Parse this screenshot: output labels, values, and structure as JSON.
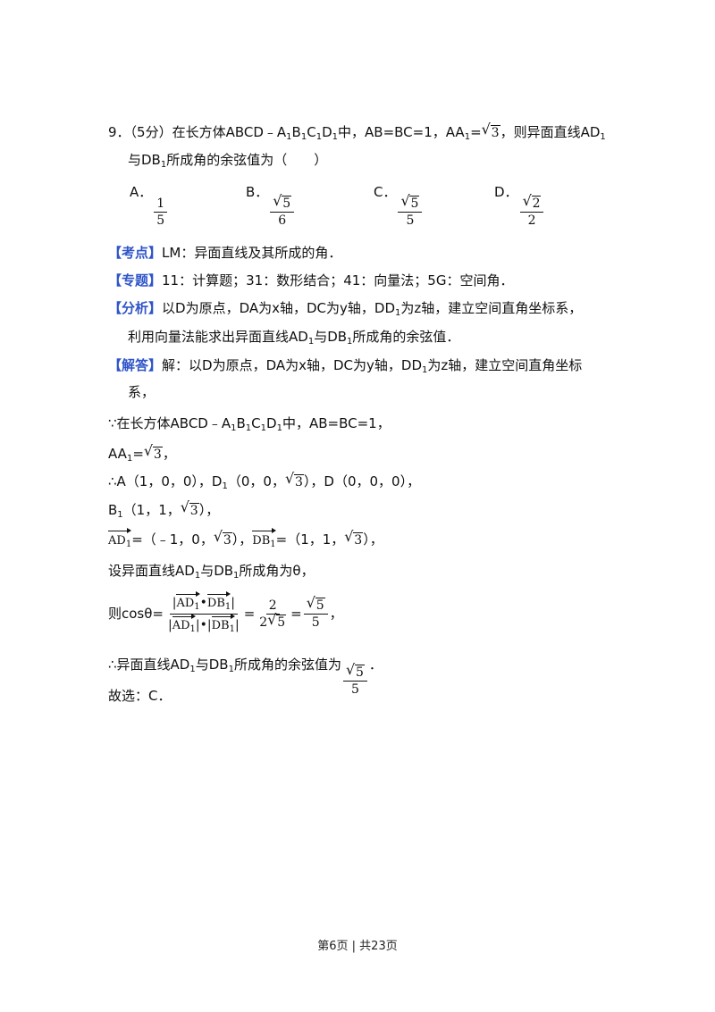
{
  "question": {
    "number": "9．",
    "score": "（5分）",
    "stem_a": "在长方体ABCD﹣A",
    "stem_b": "中，AB=BC=1，AA",
    "stem_c": "=",
    "stem_d": "，则异面直线AD",
    "stem_line2_a": "与DB",
    "stem_line2_b": "所成角的余弦值为（　　）",
    "options": [
      {
        "label": "A．",
        "num": "1",
        "den": "5"
      },
      {
        "label": "B．",
        "rad": "5",
        "den": "6"
      },
      {
        "label": "C．",
        "rad": "5",
        "den": "5"
      },
      {
        "label": "D．",
        "rad": "2",
        "den": "2"
      }
    ]
  },
  "kaodian": {
    "tag": "【考点】",
    "text": "LM：异面直线及其所成的角．"
  },
  "zhuanti": {
    "tag": "【专题】",
    "text": "11：计算题；31：数形结合；41：向量法；5G：空间角．"
  },
  "fenxi": {
    "tag": "【分析】",
    "line1_a": "以D为原点，DA为x轴，DC为y轴，DD",
    "line1_b": "为z轴，建立空间直角坐标系，",
    "line2_a": "利用向量法能求出异面直线AD",
    "line2_b": "与DB",
    "line2_c": "所成角的余弦值．"
  },
  "jieda": {
    "tag": "【解答】",
    "line1_a": "解：以D为原点，DA为x轴，DC为y轴，DD",
    "line1_b": "为z轴，建立空间直角坐标",
    "line2": "系，",
    "l3_a": "∵在长方体ABCD﹣A",
    "l3_b": "中，AB=BC=1，",
    "l4_a": "AA",
    "l4_b": "=",
    "l4_c": "，",
    "l5_a": "∴A（1，0，0），D",
    "l5_b": "（0，0，",
    "l5_c": "），D（0，0，0），",
    "l6_a": "B",
    "l6_b": "（1，1，",
    "l6_c": "），",
    "l7_a": "=（﹣1，0，",
    "l7_b": "），",
    "l7_c": "=（1，1，",
    "l7_d": "），",
    "l8_a": "设异面直线AD",
    "l8_b": "与DB",
    "l8_c": "所成角为θ，",
    "l9_a": "则cosθ=",
    "l9_b": "=",
    "l9_c": "=",
    "l9_d": "，",
    "l10_a": "∴异面直线AD",
    "l10_b": "与DB",
    "l10_c": "所成角的余弦值为",
    "l10_d": "．",
    "l11": "故选：C．",
    "frac2_num": "2",
    "frac2_den": "2",
    "vec_ad": "AD",
    "vec_db": "DB",
    "dot": "•",
    "bar": "|"
  },
  "sym": {
    "one": "1",
    "three": "3",
    "five": "5"
  },
  "footer": "第6页 | 共23页"
}
